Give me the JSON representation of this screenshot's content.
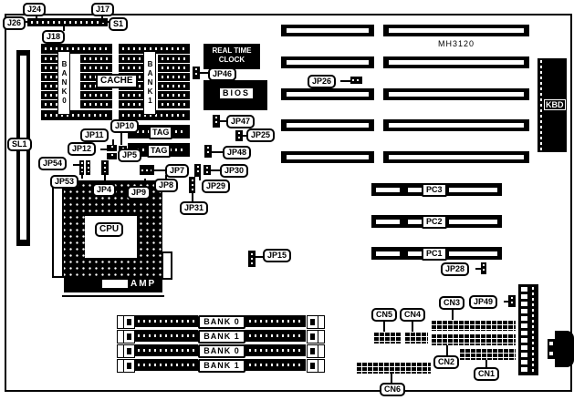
{
  "colors": {
    "line": "#000000",
    "background": "#ffffff"
  },
  "board": {
    "chipset": "MH3120",
    "top_edge": {
      "j26": "J26",
      "j24": "J24",
      "j17": "J17",
      "s1": "S1",
      "j18": "J18"
    },
    "left": {
      "sl1": "SL1"
    },
    "cache_area": {
      "bank0": "BANK0",
      "cache": "CACHE",
      "bank1": "BANK1",
      "tag1": "TAG",
      "tag2": "TAG"
    },
    "rtc": {
      "line1": "REAL TIME",
      "line2": "CLOCK"
    },
    "bios": "BIOS",
    "kbd": "KBD",
    "cpu": "CPU",
    "amp": "AMP",
    "jumpers": {
      "jp4": "JP4",
      "jp5": "JP5",
      "jp7": "JP7",
      "jp8": "JP8",
      "jp9": "JP9",
      "jp10": "JP10",
      "jp11": "JP11",
      "jp12": "JP12",
      "jp15": "JP15",
      "jp25": "JP25",
      "jp26": "JP26",
      "jp28": "JP28",
      "jp29": "JP29",
      "jp30": "JP30",
      "jp31": "JP31",
      "jp46": "JP46",
      "jp47": "JP47",
      "jp48": "JP48",
      "jp49": "JP49",
      "jp53": "JP53",
      "jp54": "JP54"
    },
    "pc_slots": [
      "PC3",
      "PC2",
      "PC1"
    ],
    "simm_slots": [
      "BANK 0",
      "BANK 1",
      "BANK 0",
      "BANK 1"
    ],
    "connectors": {
      "cn1": "CN1",
      "cn2": "CN2",
      "cn3": "CN3",
      "cn4": "CN4",
      "cn5": "CN5",
      "cn6": "CN6"
    }
  }
}
